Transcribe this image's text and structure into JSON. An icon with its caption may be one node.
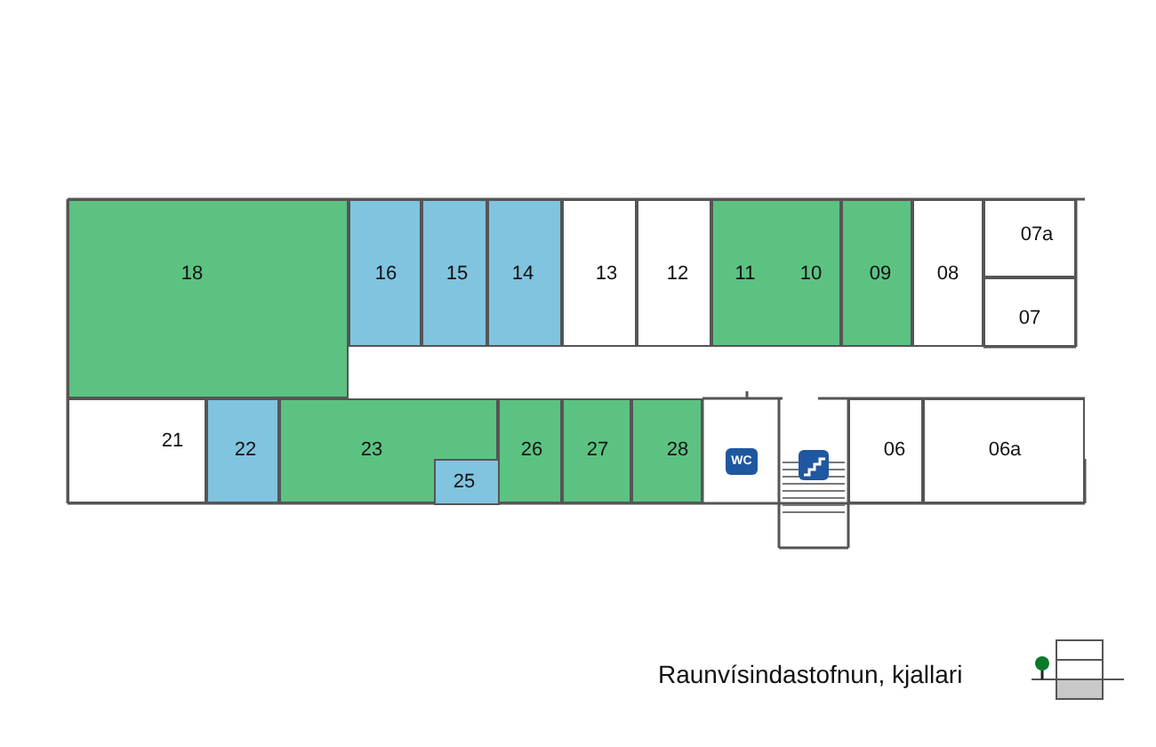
{
  "diagram": {
    "caption": "Raunvísindastofnun, kjallari",
    "nodes": [
      {
        "text": [
          "18"
        ]
      },
      {
        "text": [
          "16"
        ]
      },
      {
        "text": [
          "15"
        ]
      },
      {
        "text": [
          "14"
        ]
      },
      {
        "text": [
          "13"
        ]
      },
      {
        "text": [
          "12"
        ]
      },
      {
        "text": [
          "11",
          "10"
        ]
      },
      {
        "text": [
          "09"
        ]
      },
      {
        "text": [
          "08"
        ]
      },
      {
        "text": [
          "07a"
        ]
      },
      {
        "text": [
          "07"
        ]
      },
      {
        "text": [
          "21"
        ]
      },
      {
        "text": [
          "22"
        ]
      },
      {
        "text": [
          "23"
        ]
      },
      {
        "text": [
          "25"
        ],
        "in": 13
      },
      {
        "text": [
          "26"
        ]
      },
      {
        "text": [
          "27"
        ]
      },
      {
        "text": [
          "28"
        ]
      },
      {
        "text": [
          "06"
        ]
      },
      {
        "text": [
          "06a"
        ]
      }
    ],
    "labels": [
      "WC"
    ]
  }
}
